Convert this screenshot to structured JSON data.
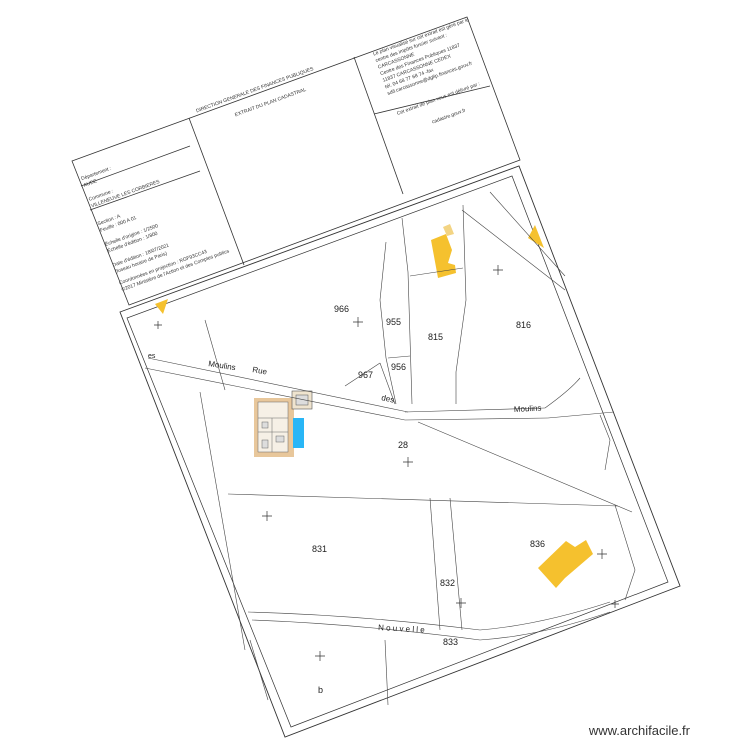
{
  "header": {
    "agency": "DIRECTION GENERALE DES FINANCES PUBLIQUES",
    "title": "EXTRAIT DU PLAN CADASTRAL",
    "department_label": "Département :",
    "department_value": "AUDE",
    "commune_label": "Commune :",
    "commune_value": "VILLENEUVE LES CORBIERES",
    "section_label": "Section : A",
    "sheet_label": "Feuille : 000 A 01",
    "scale_origin": "Échelle d'origine : 1/2500",
    "scale_edition": "Échelle d'édition : 1/800",
    "edit_date": "Date d'édition : 18/07/2021",
    "timezone": "(fuseau horaire de Paris)",
    "coords": "Coordonnées en projection : RGF93CC43",
    "copyright": "©2017 Ministère de l'Action et des Comptes publics",
    "service_lines": [
      "Le plan visualisé sur cet extrait est géré par le",
      "centre des impôts foncier suivant :",
      "CARCASSONNE",
      "Centre des Finances Publiques 11837",
      "11837 CARCASSONNE CEDEX",
      "tél. 04 68 77 68 74 -fax",
      "sdif.carcassonne@dgfip.finances.gouv.fr"
    ],
    "order_text": "Cet extrait de plan vous est délivré par :",
    "website": "cadastre.gouv.fr"
  },
  "parcels": [
    "966",
    "955",
    "815",
    "816",
    "967",
    "956",
    "28",
    "831",
    "836",
    "832",
    "833",
    "b"
  ],
  "streets": {
    "moulins_1": "Moulins",
    "rue": "Rue",
    "des": "des",
    "moulins_2": "Moulins",
    "nouvelle": "N o u v e l l e",
    "fragment": "es"
  },
  "colors": {
    "building": "#f5c12e",
    "pool": "#29b6f6",
    "project": "#e8c79b"
  },
  "watermark": "www.archifacile.fr"
}
